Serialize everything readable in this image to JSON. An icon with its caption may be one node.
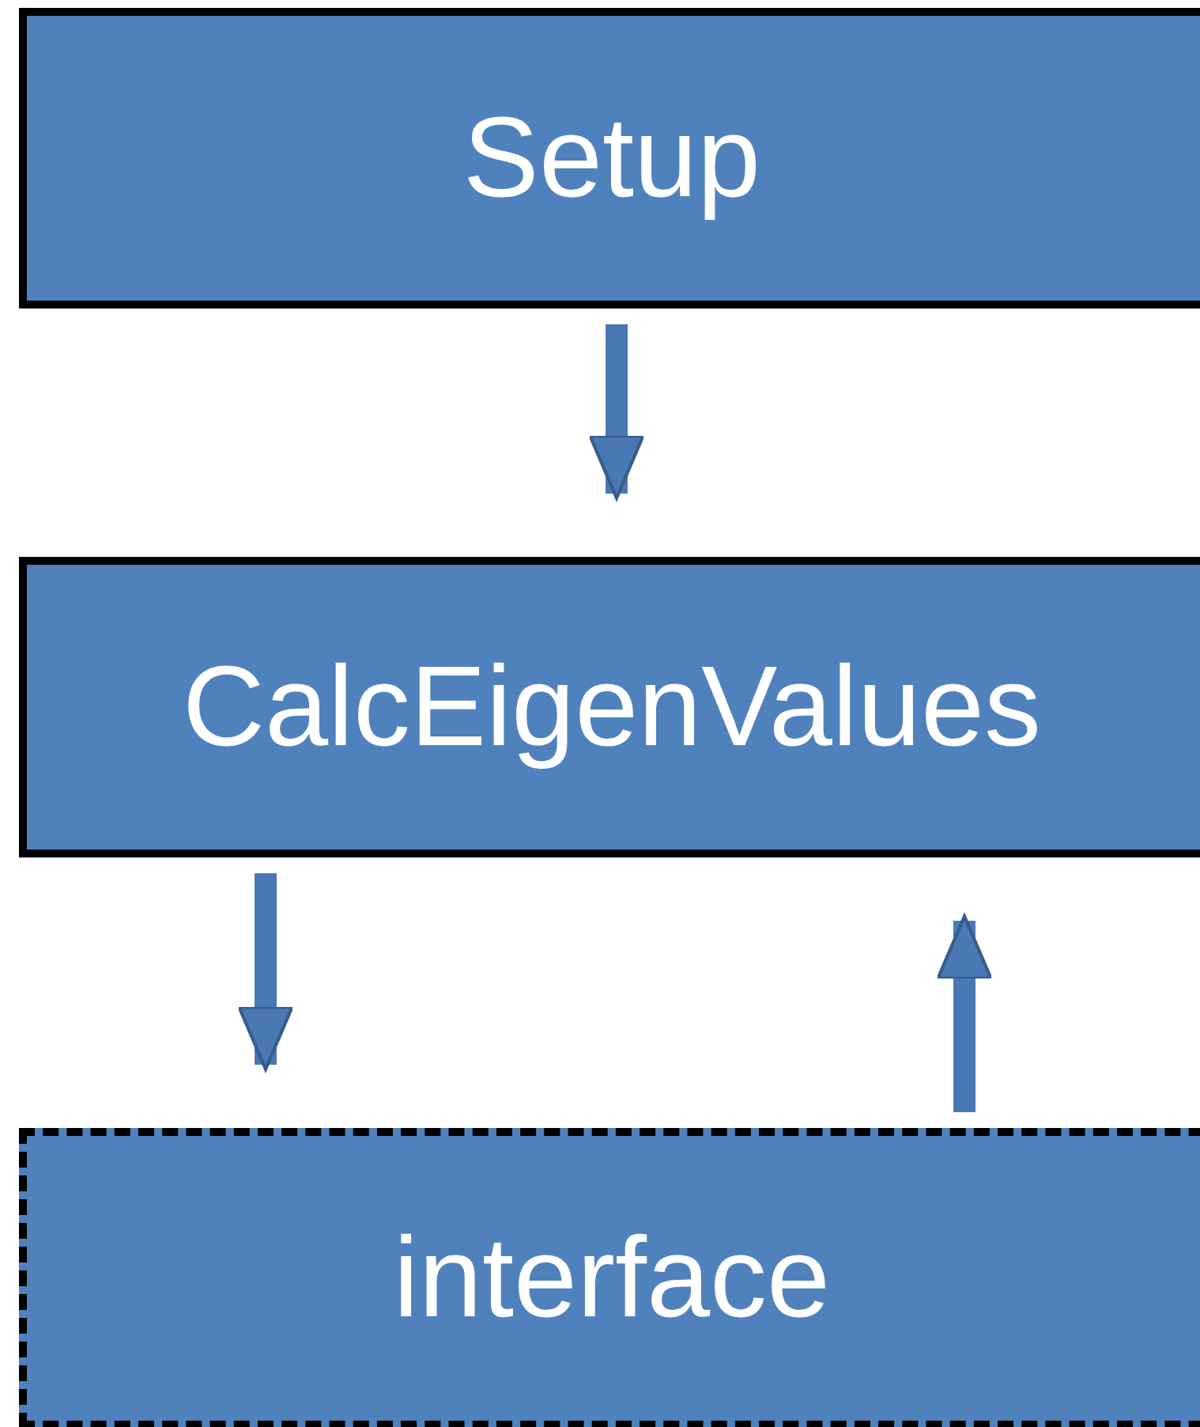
{
  "diagram": {
    "nodes": [
      {
        "text": [
          "Setup"
        ]
      },
      {
        "text": [
          "CalcEigenValues"
        ]
      },
      {
        "text": [
          "interface"
        ]
      }
    ],
    "edges": [
      {
        "from": 0,
        "to": 1,
        "arrow": "to"
      },
      {
        "from": 1,
        "to": 2,
        "arrow": "to"
      },
      {
        "from": 2,
        "to": 1,
        "arrow": "to"
      }
    ]
  }
}
